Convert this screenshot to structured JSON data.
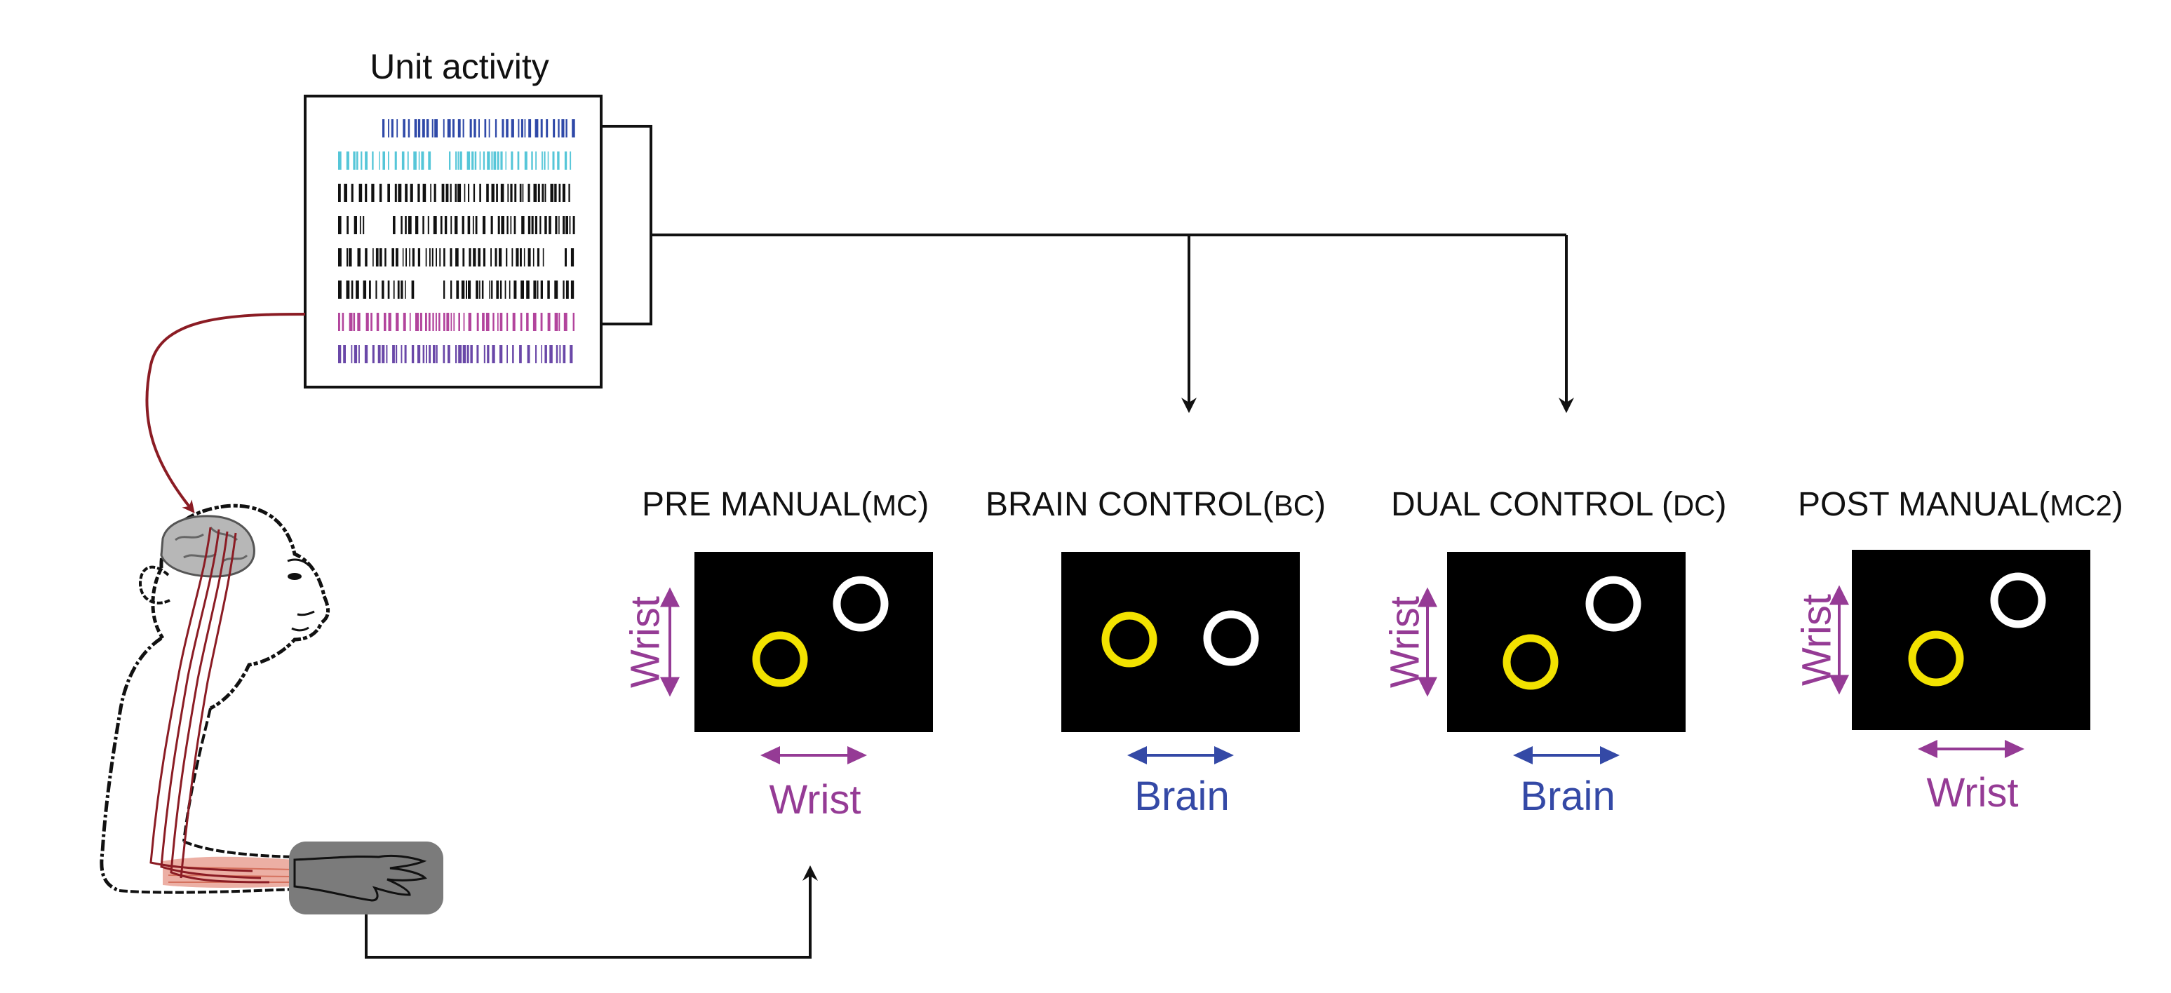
{
  "unit_activity": {
    "title": "Unit activity",
    "raster_colors": [
      "#2f49a8",
      "#56c6d8",
      "#111111",
      "#111111",
      "#111111",
      "#111111",
      "#b2449c",
      "#6a48a8"
    ]
  },
  "colors": {
    "wrist": "#953b95",
    "brain": "#3449a6",
    "target": "#f2e200",
    "cursor": "#ffffff",
    "screen": "#000000",
    "arrow": "#111111",
    "electrode": "#8b1c24",
    "muscle": "#e9a194",
    "manipulandum": "#7b7b7b"
  },
  "icons": {
    "subject": "monkey-icon",
    "brain": "brain-icon",
    "manipulandum": "manipulandum-icon"
  },
  "panels": [
    {
      "title": "PRE MANUAL",
      "abbr": "MC",
      "vertical_label": "Wrist",
      "horizontal_label": "Wrist",
      "horizontal_control": "wrist"
    },
    {
      "title": "BRAIN CONTROL",
      "abbr": "BC",
      "vertical_label": "",
      "horizontal_label": "Brain",
      "horizontal_control": "brain"
    },
    {
      "title": "DUAL CONTROL ",
      "abbr": "DC",
      "vertical_label": "Wrist",
      "horizontal_label": "Brain",
      "horizontal_control": "brain"
    },
    {
      "title": "POST MANUAL",
      "abbr": "MC2",
      "vertical_label": "Wrist",
      "horizontal_label": "Wrist",
      "horizontal_control": "wrist"
    }
  ]
}
